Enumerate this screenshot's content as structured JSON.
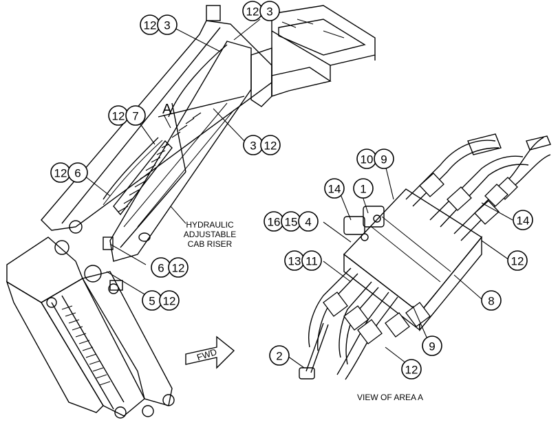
{
  "diagram": {
    "riser_label": [
      "HYDRAULIC",
      "ADJUSTABLE",
      "CAB RISER"
    ],
    "detail_marker": "A",
    "fwd_label": "FWD",
    "view_label": "VIEW OF AREA A",
    "callouts": [
      {
        "id": "c-12-3-top",
        "nums": [
          "12",
          "3"
        ]
      },
      {
        "id": "c-12-3-left",
        "nums": [
          "12",
          "3"
        ]
      },
      {
        "id": "c-12-7",
        "nums": [
          "12",
          "7"
        ]
      },
      {
        "id": "c-3-12",
        "nums": [
          "3",
          "12"
        ]
      },
      {
        "id": "c-12-6",
        "nums": [
          "12",
          "6"
        ]
      },
      {
        "id": "c-6-12",
        "nums": [
          "6",
          "12"
        ]
      },
      {
        "id": "c-5-12",
        "nums": [
          "5",
          "12"
        ]
      },
      {
        "id": "c-10-9",
        "nums": [
          "10",
          "9"
        ]
      },
      {
        "id": "c-14-left",
        "nums": [
          "14"
        ]
      },
      {
        "id": "c-1",
        "nums": [
          "1"
        ]
      },
      {
        "id": "c-16-15-4",
        "nums": [
          "16",
          "15",
          "4"
        ]
      },
      {
        "id": "c-14-right",
        "nums": [
          "14"
        ]
      },
      {
        "id": "c-13-11",
        "nums": [
          "13",
          "11"
        ]
      },
      {
        "id": "c-12-right",
        "nums": [
          "12"
        ]
      },
      {
        "id": "c-8",
        "nums": [
          "8"
        ]
      },
      {
        "id": "c-9",
        "nums": [
          "9"
        ]
      },
      {
        "id": "c-2",
        "nums": [
          "2"
        ]
      },
      {
        "id": "c-12-bottom",
        "nums": [
          "12"
        ]
      }
    ]
  }
}
